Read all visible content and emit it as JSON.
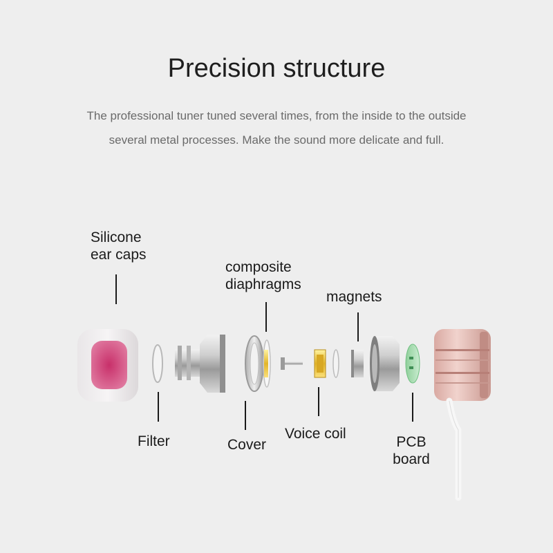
{
  "title": "Precision structure",
  "subtitle": [
    "The professional tuner tuned several times, from the inside to the outside",
    "several metal processes. Make the sound more delicate and full."
  ],
  "labels": {
    "silicone": [
      "Silicone",
      "ear caps"
    ],
    "diaphragm": [
      "composite",
      "diaphragms"
    ],
    "magnets": "magnets",
    "filter": "Filter",
    "cover": "Cover",
    "voice_coil": "Voice coil",
    "pcb": [
      "PCB",
      "board"
    ]
  },
  "colors": {
    "background": "#eeeeee",
    "ear_cap_core": "#d04a7c",
    "housing_rose_gold": "#e6bcb5",
    "gold_parts": "#e2b52a",
    "pcb_green": "#a6dcb0"
  }
}
